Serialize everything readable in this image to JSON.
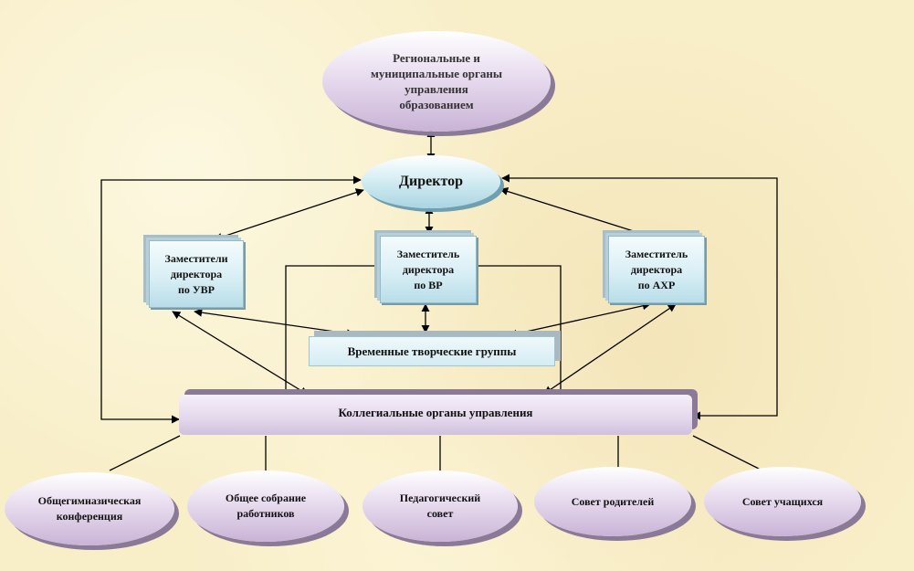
{
  "nodes": {
    "regional": "Региональные и\nмуниципальные органы\nуправления\nобразованием",
    "director": "Директор",
    "deputy_uvr": "Заместители\nдиректора\nпо УВР",
    "deputy_vr": "Заместитель\nдиректора\nпо ВР",
    "deputy_ahr": "Заместитель\nдиректора\nпо АХР",
    "creative_groups": "Временные творческие группы",
    "collegial": "Коллегиальные органы управления",
    "conference": "Общегимназическая\nконференция",
    "general_meeting": "Общее собрание\nработников",
    "pedagogical_council": "Педагогический\nсовет",
    "parents_council": "Совет родителей",
    "students_council": "Совет учащихся"
  },
  "colors": {
    "lavender": "#d9c8e3",
    "light_blue": "#cfe8f0",
    "line": "#000000"
  }
}
